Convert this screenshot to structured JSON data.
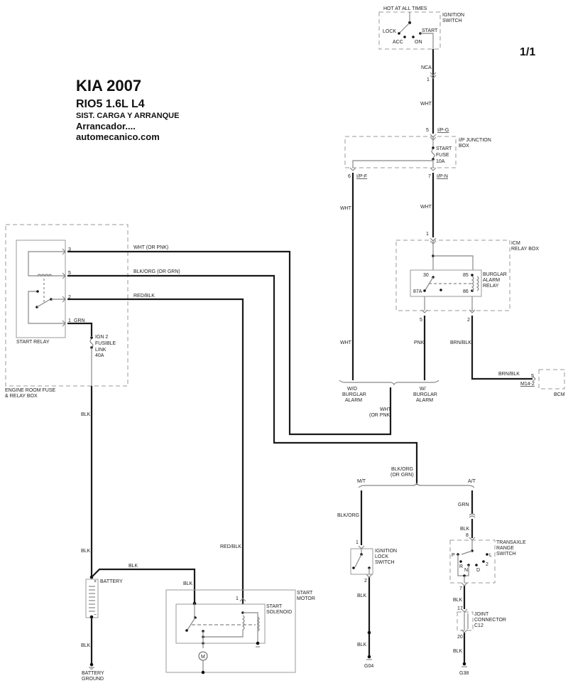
{
  "header": {
    "make_year": "KIA 2007",
    "model": "RIO5  1.6L  L4",
    "system": "SIST. CARGA Y ARRANQUE",
    "component": "Arrancador....",
    "site": "automecanico.com",
    "page": "1/1"
  },
  "ignition_switch": {
    "feed": "HOT AT ALL TIMES",
    "name_line1": "IGNITION",
    "name_line2": "SWITCH",
    "positions": [
      "LOCK",
      "ACC",
      "ON",
      "START"
    ],
    "wire_top": "NCA",
    "pin_out": "1"
  },
  "ip_junction": {
    "wire_in": "WHT",
    "pin_in": "5",
    "conn_in": "I/P-G",
    "name_line1": "I/P JUNCTION",
    "name_line2": "BOX",
    "fuse_line1": "START",
    "fuse_line2": "FUSE",
    "fuse_line3": "10A",
    "pin_left": "6",
    "conn_left": "I/P-F",
    "pin_right": "7",
    "conn_right": "I/P-N"
  },
  "icm": {
    "wire_in": "WHT",
    "pin_in": "1",
    "name_line1": "ICM",
    "name_line2": "RELAY BOX",
    "relay_line1": "BURGLAR",
    "relay_line2": "ALARM",
    "relay_line3": "RELAY",
    "terminals": [
      "30",
      "85",
      "87A",
      "86"
    ],
    "pin_left": "5",
    "pin_right": "2"
  },
  "wires": {
    "wht_left": "WHT",
    "wht_left2": "WHT",
    "pnk": "PNK",
    "brn_blk_v": "BRN/BLK",
    "brn_blk_h": "BRN/BLK",
    "wo_alarm": [
      "W/O",
      "BURGLAR",
      "ALARM"
    ],
    "w_alarm": [
      "W/",
      "BURGLAR",
      "ALARM"
    ],
    "wht_or_pnk": [
      "WHT",
      "(OR PNK)"
    ],
    "blkorg_or_grn": [
      "BLK/ORG",
      "(OR GRN)"
    ],
    "relay_w3": "WHT (OR PNK)",
    "relay_w5": "BLK/ORG (OR GRN)",
    "relay_w2": "RED/BLK",
    "mt": "M/T",
    "at": "A/T",
    "blk_org": "BLK/ORG",
    "grn": "GRN",
    "blk": "BLK",
    "red_blk": "RED/BLK"
  },
  "bcm": {
    "pin": "5",
    "conn": "M14-2",
    "name": "BCM"
  },
  "start_relay_box": {
    "relay_name": "START RELAY",
    "box_line1": "ENGINE ROOM FUSE",
    "box_line2": "& RELAY BOX",
    "pins": [
      "3",
      "5",
      "2",
      "1"
    ],
    "pin1_wire": "GRN",
    "fuse_line1": "IGN 2",
    "fuse_line2": "FUSIBLE",
    "fuse_line3": "LINK",
    "fuse_line4": "40A"
  },
  "battery": {
    "name": "BATTERY",
    "ground_line1": "BATTERY",
    "ground_line2": "GROUND",
    "plus": "+",
    "minus": "−"
  },
  "start_motor": {
    "name_line1": "START",
    "name_line2": "MOTOR",
    "solenoid_line1": "START",
    "solenoid_line2": "SOLENOID",
    "pin": "1",
    "motor_symbol": "M"
  },
  "ignition_lock": {
    "name_line1": "IGNITION",
    "name_line2": "LOCK",
    "name_line3": "SWITCH",
    "pin_in": "1",
    "pin_out": "2",
    "ground": "G04"
  },
  "transaxle": {
    "name_line1": "TRANSAXLE",
    "name_line2": "RANGE",
    "name_line3": "SWITCH",
    "pin_in": "8",
    "pin_out": "7",
    "positions": [
      "P",
      "R",
      "N",
      "D",
      "2",
      "L"
    ],
    "joint_line1": "JOINT",
    "joint_line2": "CONNECTOR",
    "joint_line3": "C12",
    "joint_pin_in": "17",
    "joint_pin_out": "20",
    "ground": "G38"
  }
}
